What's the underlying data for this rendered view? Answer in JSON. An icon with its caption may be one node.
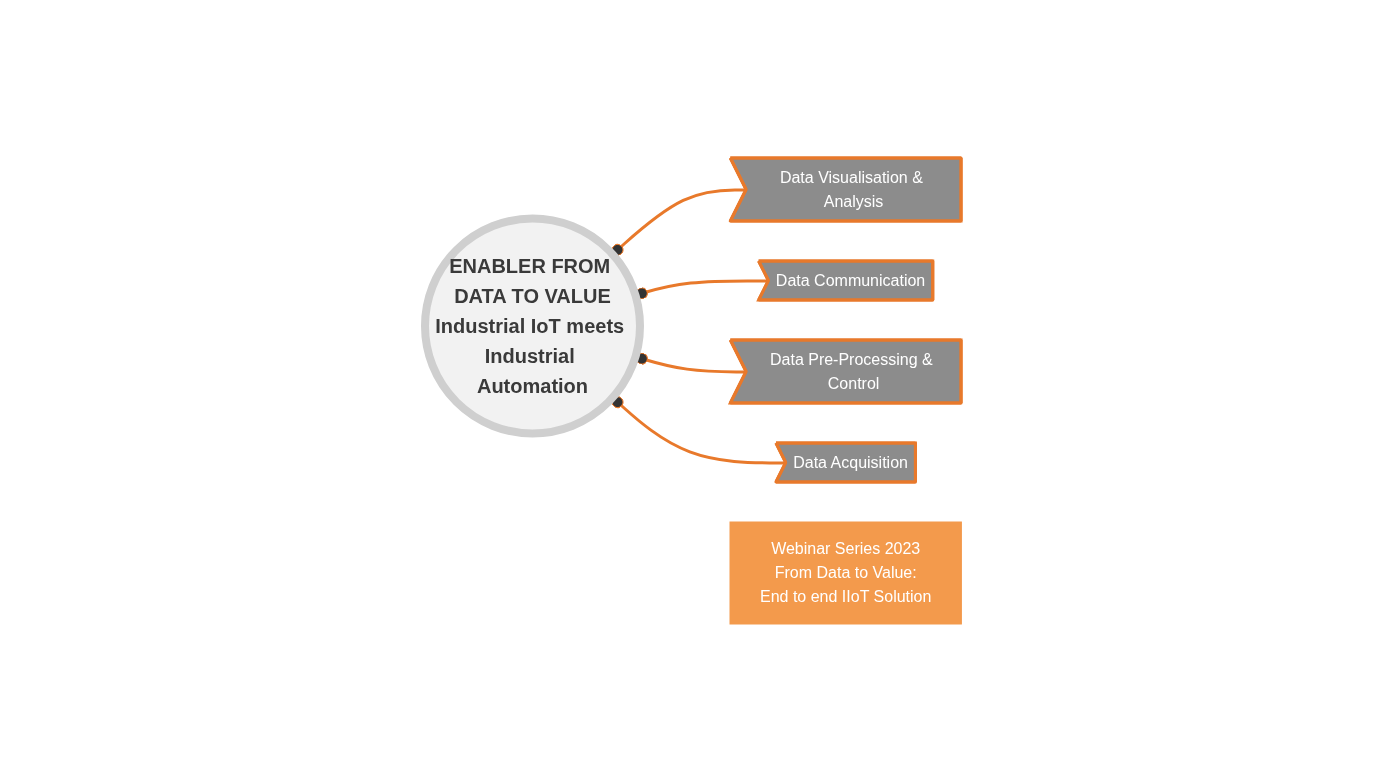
{
  "diagram": {
    "nodes": [
      {
        "text": [
          "ENABLER FROM DATA TO VALUE",
          "Industrial IoT meets Industrial Automation"
        ]
      },
      {
        "text": [
          "Data Visualisation & Analysis"
        ]
      },
      {
        "text": [
          "Data Communication"
        ]
      },
      {
        "text": [
          "Data Pre-Processing & Control"
        ]
      },
      {
        "text": [
          "Data Acquisition"
        ]
      },
      {
        "text": [
          "Webinar Series 2023",
          "From Data to Value:",
          "End to end IIoT Solution"
        ]
      }
    ],
    "edges": [
      {
        "from": 0,
        "to": 1,
        "arrow": "other"
      },
      {
        "from": 0,
        "to": 2,
        "arrow": "other"
      },
      {
        "from": 0,
        "to": 3,
        "arrow": "other"
      },
      {
        "from": 0,
        "to": 4,
        "arrow": "other"
      }
    ]
  }
}
